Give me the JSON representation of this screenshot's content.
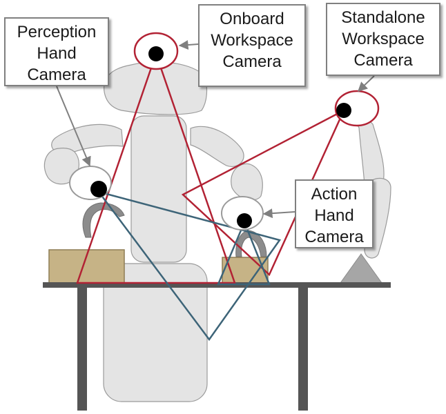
{
  "colors": {
    "robot_fill": "#e4e4e4",
    "robot_stroke": "#9a9a9a",
    "camera_ring": "#b22234",
    "camera_pupil": "#000000",
    "fov_red": "#b22234",
    "fov_blue": "#3d6478",
    "box_fill": "#c6b386",
    "table_top": "#555555",
    "table_leg": "#555555",
    "gripper": "#8c8c8c",
    "callout_arrow": "#7f7f7f",
    "stand": "#a6a6a6"
  },
  "labels": {
    "perception": {
      "lines": [
        "Perception",
        "Hand",
        "Camera"
      ]
    },
    "onboard": {
      "lines": [
        "Onboard",
        "Workspace",
        "Camera"
      ]
    },
    "standalone": {
      "lines": [
        "Standalone",
        "Workspace",
        "Camera"
      ]
    },
    "action": {
      "lines": [
        "Action",
        "Hand",
        "Camera"
      ]
    }
  }
}
